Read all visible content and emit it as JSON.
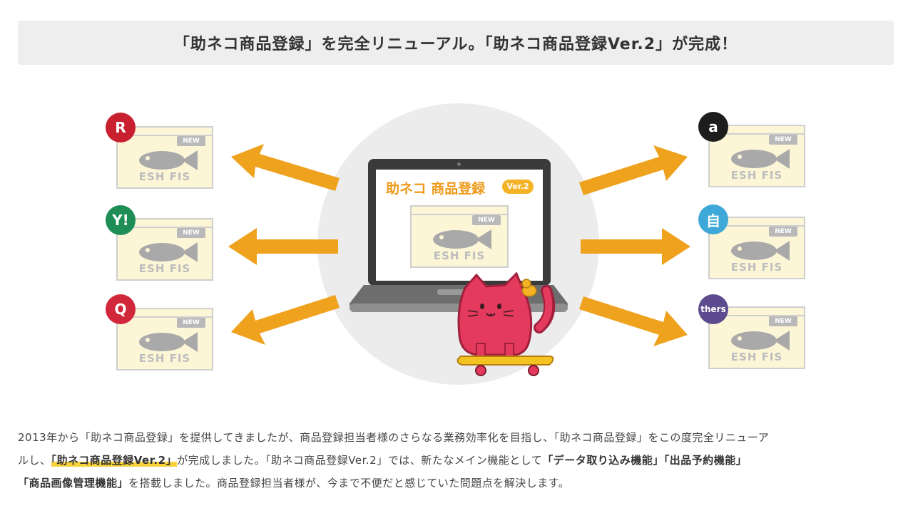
{
  "headline": "「助ネコ商品登録」を完全リニューアル。「助ネコ商品登録Ver.2」が完成！",
  "app": {
    "title": "助ネコ 商品登録",
    "version": "Ver.2"
  },
  "card": {
    "new_label": "NEW",
    "fish_label": "ESH FIS"
  },
  "marketplaces_left": [
    {
      "label": "R",
      "color": "#c9202f"
    },
    {
      "label": "Y!",
      "color": "#1e8d56"
    },
    {
      "label": "Q",
      "color": "#d0283a"
    }
  ],
  "marketplaces_right": [
    {
      "label": "a",
      "color": "#1d1d1d"
    },
    {
      "label": "自",
      "color": "#3ea9d8"
    },
    {
      "label": "thers",
      "color": "#5c4b8e"
    }
  ],
  "colors": {
    "arrow": "#eea21d",
    "card_bg": "#fcf6d7",
    "cat": "#e33a5e",
    "skateboard": "#f3c322"
  },
  "body": {
    "p1": "2013年から「助ネコ商品登録」を提供してきましたが、商品登録担当者様のさらなる業務効率化を目指し、「助ネコ商品登録」をこの度完全リニューア",
    "p2a": "ルし、",
    "p2_highlight": "「助ネコ商品登録Ver.2」",
    "p2b": "が完成しました。「助ネコ商品登録Ver.2」では、新たなメイン機能として",
    "feature1": "「データ取り込み機能」",
    "feature2": "「出品予約機能」",
    "feature3": "「商品画像管理機能」",
    "p3": "を搭載しました。商品登録担当者様が、今まで不便だと感じていた問題点を解決します。"
  }
}
